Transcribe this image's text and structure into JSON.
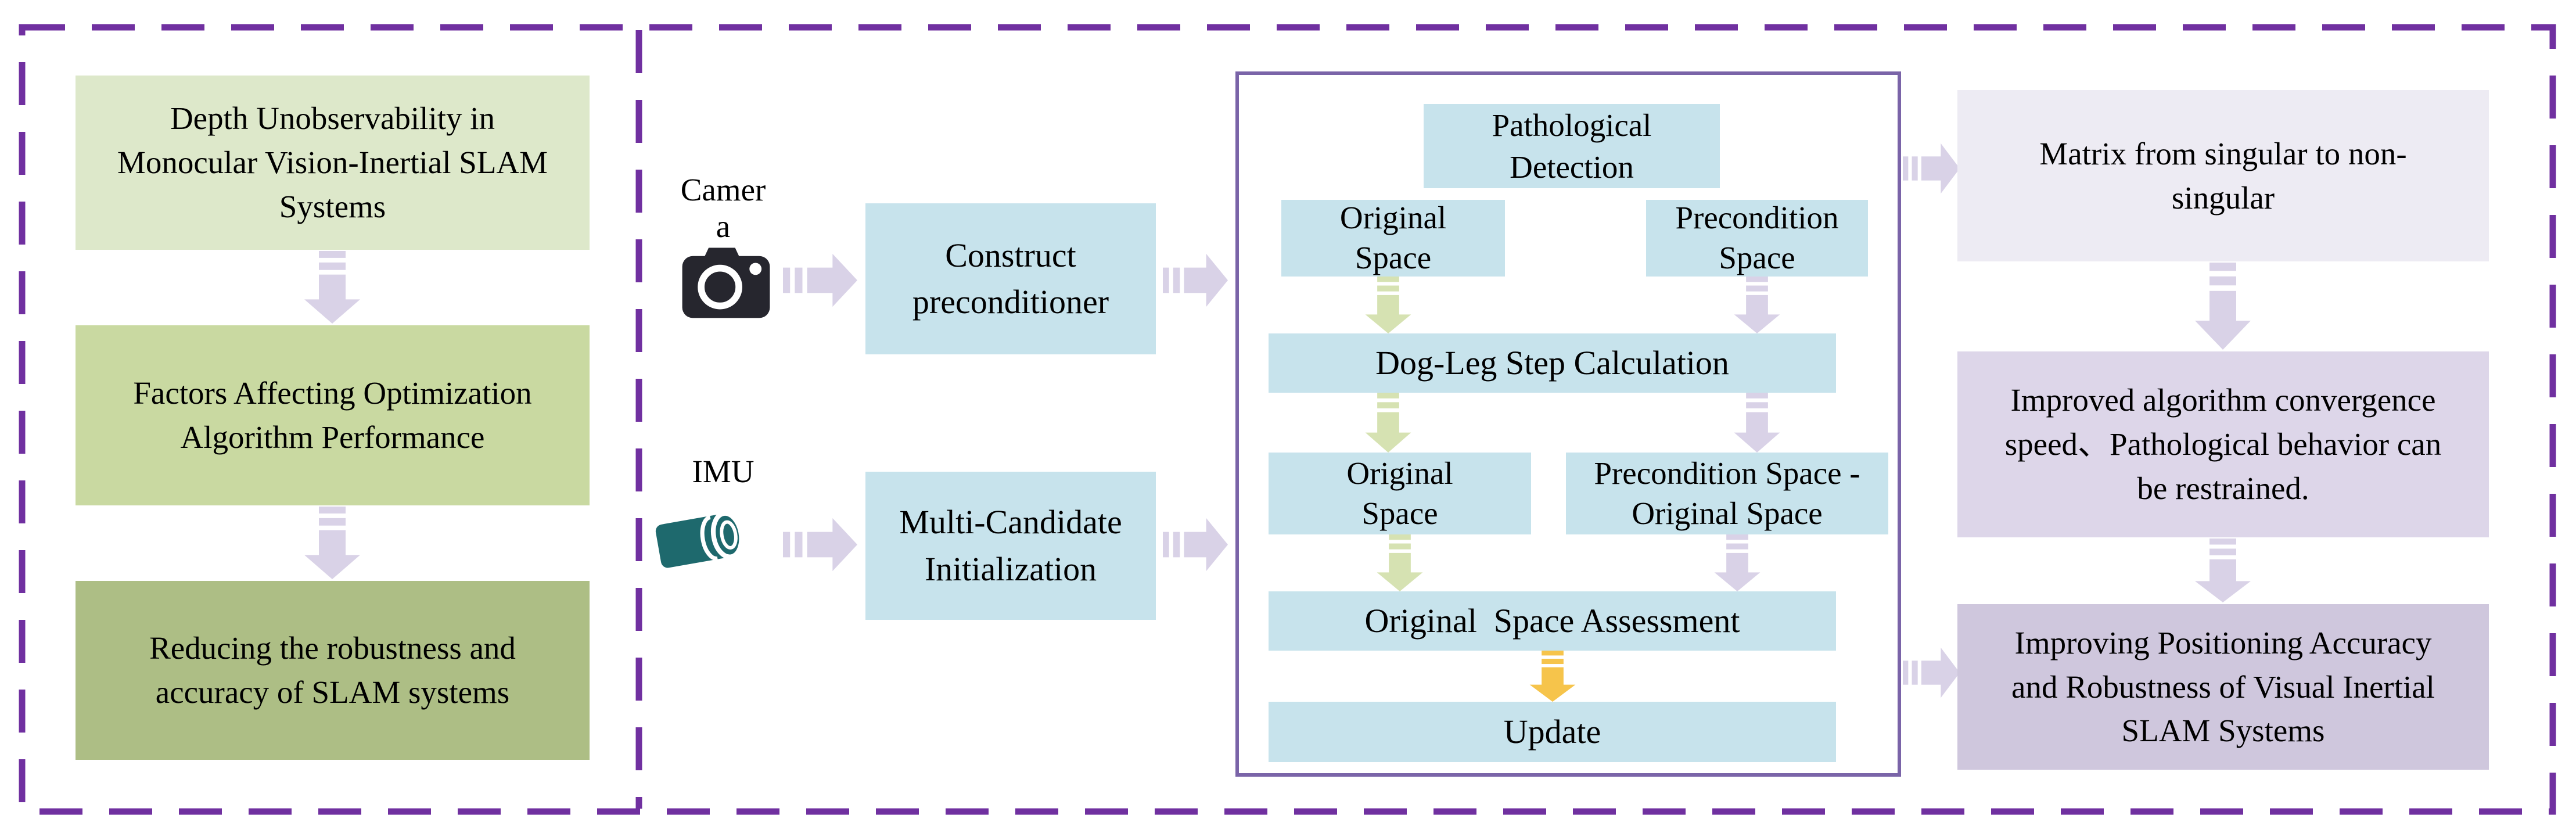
{
  "left_panel": {
    "boxes": [
      "Depth Unobservability in\nMonocular Vision-Inertial SLAM\nSystems",
      "Factors Affecting Optimization\nAlgorithm Performance",
      "Reducing the robustness and\naccuracy of SLAM systems"
    ]
  },
  "inputs": {
    "camera_label": "Camer\na",
    "imu_label": "IMU",
    "construct_box": "Construct\npreconditioner",
    "multi_candidate_box": "Multi-Candidate\nInitialization"
  },
  "center_panel": {
    "pathological": "Pathological\nDetection",
    "original_space_top": "Original\nSpace",
    "precondition_space": "Precondition\nSpace",
    "dogleg": "Dog-Leg Step Calculation",
    "original_space_mid": "Original\nSpace",
    "precondition_minus_original": "Precondition Space -\nOriginal Space",
    "assessment": "Original  Space Assessment",
    "update": "Update"
  },
  "right_panel": {
    "boxes": [
      "Matrix from singular to non-\nsingular",
      "Improved algorithm convergence\nspeed、Pathological behavior can\nbe restrained.",
      "Improving Positioning Accuracy\nand Robustness of Visual Inertial\nSLAM Systems"
    ]
  },
  "icons": {
    "camera": "camera-icon",
    "imu": "imu-cylinder-icon",
    "striped_arrow": "striped-arrow-icon"
  },
  "colors": {
    "dashed_border": "#7030a0",
    "center_border": "#7a64a8",
    "green_box_light": "#dde8ca",
    "green_box_mid": "#c9d9a1",
    "green_box_dark": "#adbe85",
    "blue_box": "#c7e3ec",
    "right_box_light": "#edebf3",
    "right_box_mid": "#ddd6e9",
    "right_box_dark": "#cfc7dd",
    "arrow_lavender": "#d9d2e7",
    "arrow_green": "#d6e2b2",
    "arrow_yellow": "#f6c44b",
    "imu_teal": "#1e696d",
    "camera_dark": "#26262e"
  }
}
